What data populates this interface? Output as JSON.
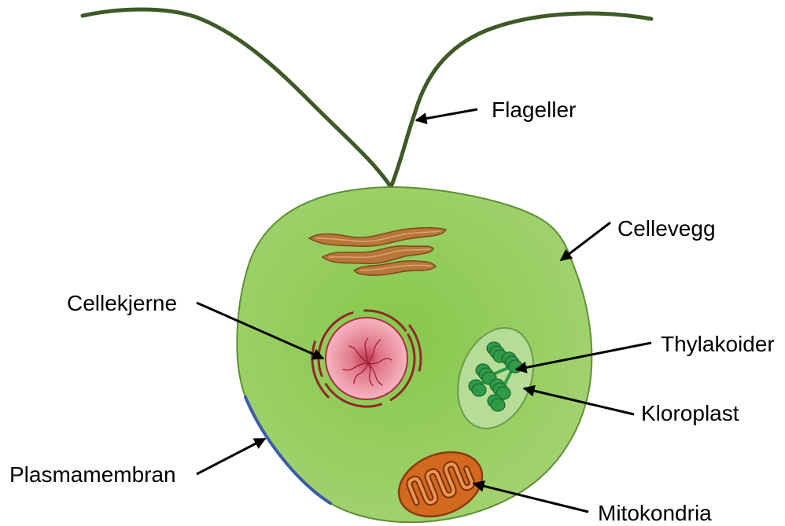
{
  "diagram": {
    "labels": {
      "flagella": "Flageller",
      "cell_wall": "Cellevegg",
      "nucleus": "Cellekjerne",
      "thylakoids": "Thylakoider",
      "chloroplast": "Kloroplast",
      "plasma_membrane": "Plasmamembran",
      "mitochondria": "Mitokondria"
    },
    "colors": {
      "flagella": "#3d5a27",
      "cell_wall_outline": "#5f8f35",
      "plasma_membrane": "#3b5ca8",
      "golgi": "#b8763a",
      "nuclear_envelope": "#8e2a2a",
      "thylakoid": "#2f9a47",
      "chloroplast": "#b6dd98",
      "mitochondria": "#d2691e",
      "label_text": "#000000",
      "arrow": "#000000"
    }
  }
}
